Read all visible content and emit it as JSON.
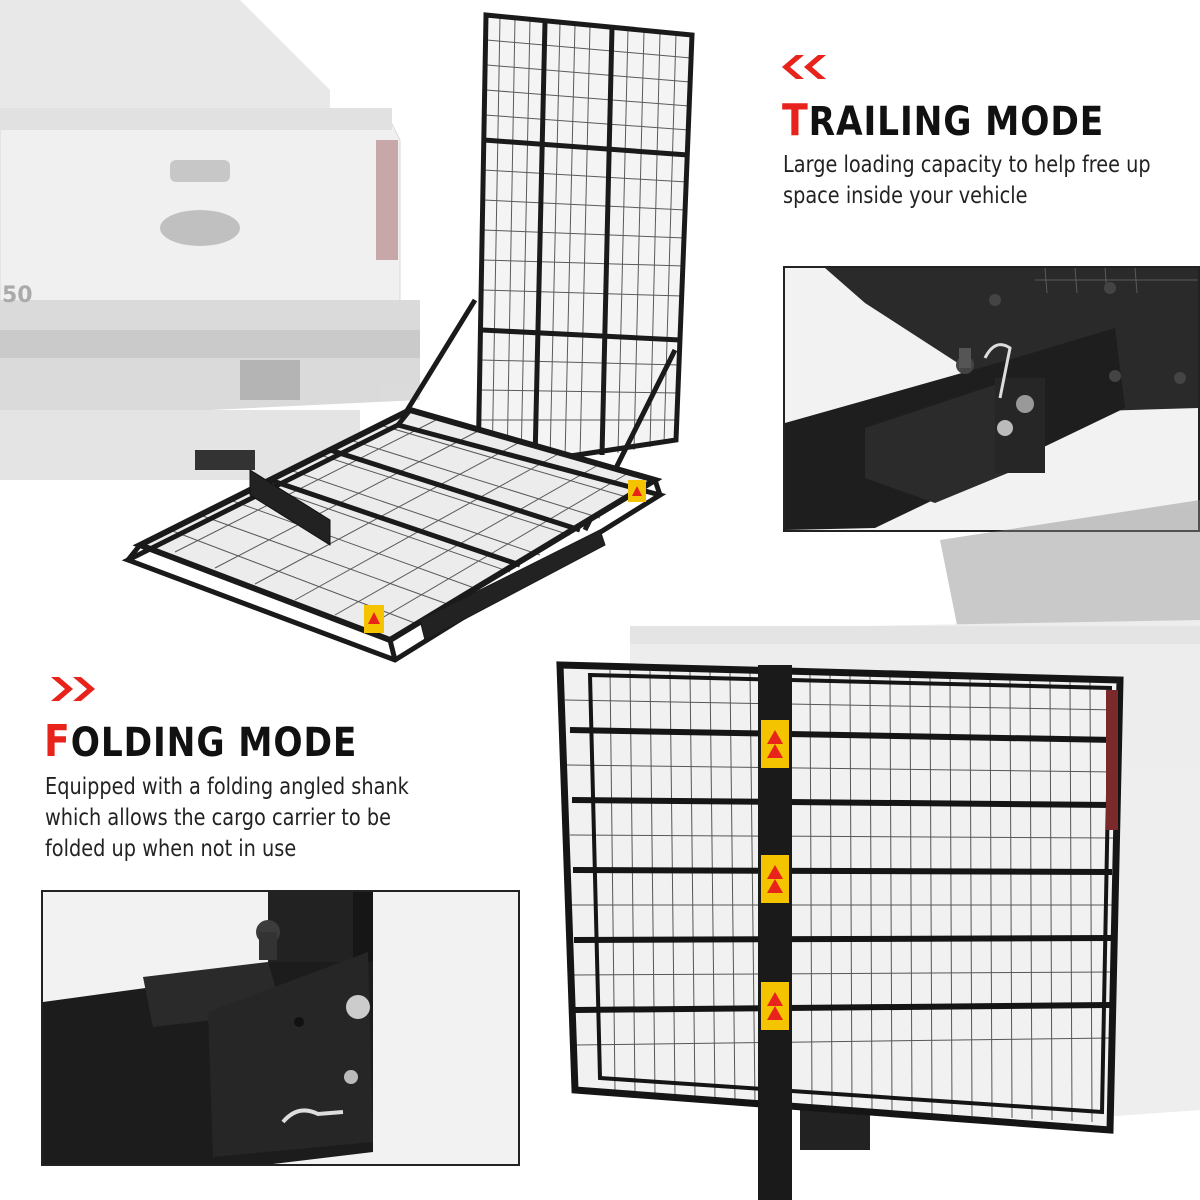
{
  "trailing": {
    "title_first": "T",
    "title_rest": "RAILING MODE",
    "description_line1": "Large loading capacity to help free up",
    "description_line2": "space inside your vehicle",
    "chevron_icon": "double-chevron-left-icon"
  },
  "folding": {
    "title_first": "F",
    "title_rest": "OLDING MODE",
    "description_line1": "Equipped with a folding angled shank",
    "description_line2": "which allows the cargo carrier to be",
    "description_line3": "folded up when not in use",
    "chevron_icon": "double-chevron-right-icon"
  },
  "colors": {
    "accent": "#e8231b",
    "text": "#111111",
    "reflector_red": "#e8231b",
    "reflector_yellow": "#f5c400"
  }
}
